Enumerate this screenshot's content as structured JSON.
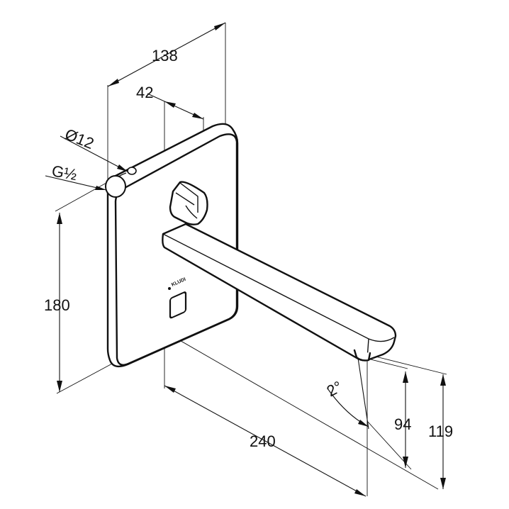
{
  "diagram": {
    "dimensions": {
      "width_138": "138",
      "offset_42": "42",
      "diameter_12": "Ø12",
      "thread": "G½",
      "height_180": "180",
      "projection_240": "240",
      "angle_2": "2°",
      "outlet_94": "94",
      "outlet_119": "119"
    },
    "brand_mark": "KLUDI"
  }
}
